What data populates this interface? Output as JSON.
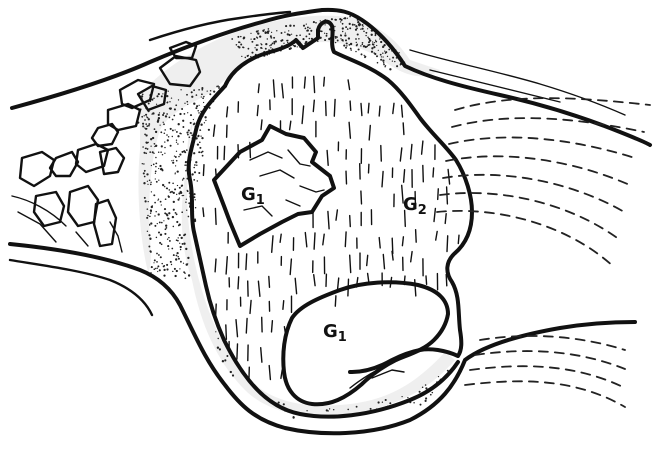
{
  "labels": {
    "inclusion_top": {
      "main": "G",
      "sub": "1"
    },
    "matrix": {
      "main": "G",
      "sub": "2"
    },
    "inclusion_bottom": {
      "main": "G",
      "sub": "1"
    }
  }
}
